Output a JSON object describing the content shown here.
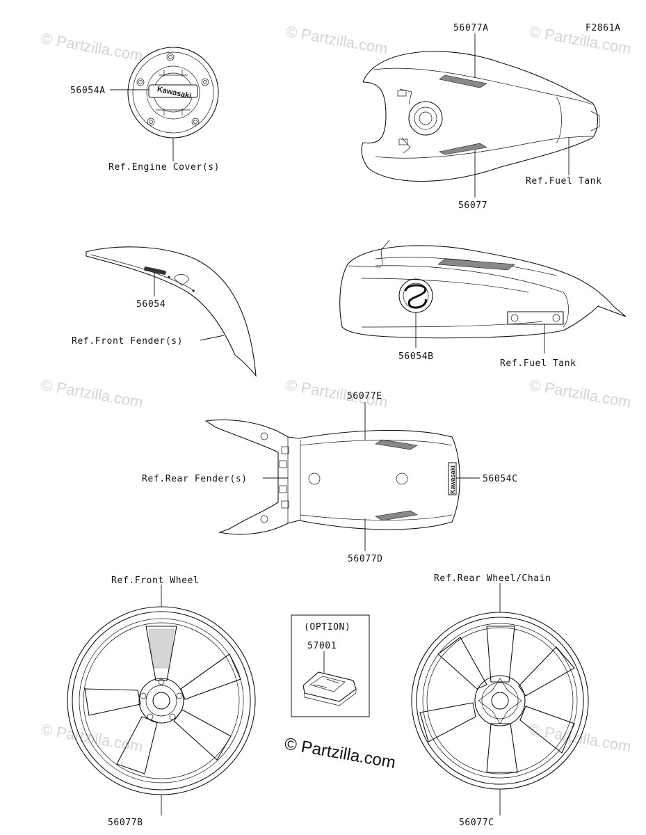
{
  "figure_code": "F2861A",
  "watermark": {
    "text": "© Partzilla.com",
    "main_text": "© Partzilla.com"
  },
  "option_box": {
    "title": "(OPTION)",
    "part": "57001"
  },
  "callouts": {
    "engine_cover_part": "56054A",
    "engine_cover_ref": "Ref.Engine Cover(s)",
    "tank_top_part_a": "56077A",
    "tank_top_part": "56077",
    "tank_top_ref": "Ref.Fuel Tank",
    "front_fender_part": "56054",
    "front_fender_ref": "Ref.Front Fender(s)",
    "tank_side_part": "56054B",
    "tank_side_ref": "Ref.Fuel Tank",
    "rear_fender_part_e": "56077E",
    "rear_fender_part_c": "56054C",
    "rear_fender_part_d": "56077D",
    "rear_fender_ref": "Ref.Rear Fender(s)",
    "front_wheel_ref": "Ref.Front Wheel",
    "front_wheel_part": "56077B",
    "rear_wheel_ref": "Ref.Rear Wheel/Chain",
    "rear_wheel_part": "56077C"
  },
  "icons": [
    "engine-cover-drawing",
    "fuel-tank-top-drawing",
    "front-fender-drawing",
    "fuel-tank-side-drawing",
    "rear-fender-drawing",
    "front-wheel-drawing",
    "rear-wheel-drawing",
    "option-part-drawing"
  ]
}
